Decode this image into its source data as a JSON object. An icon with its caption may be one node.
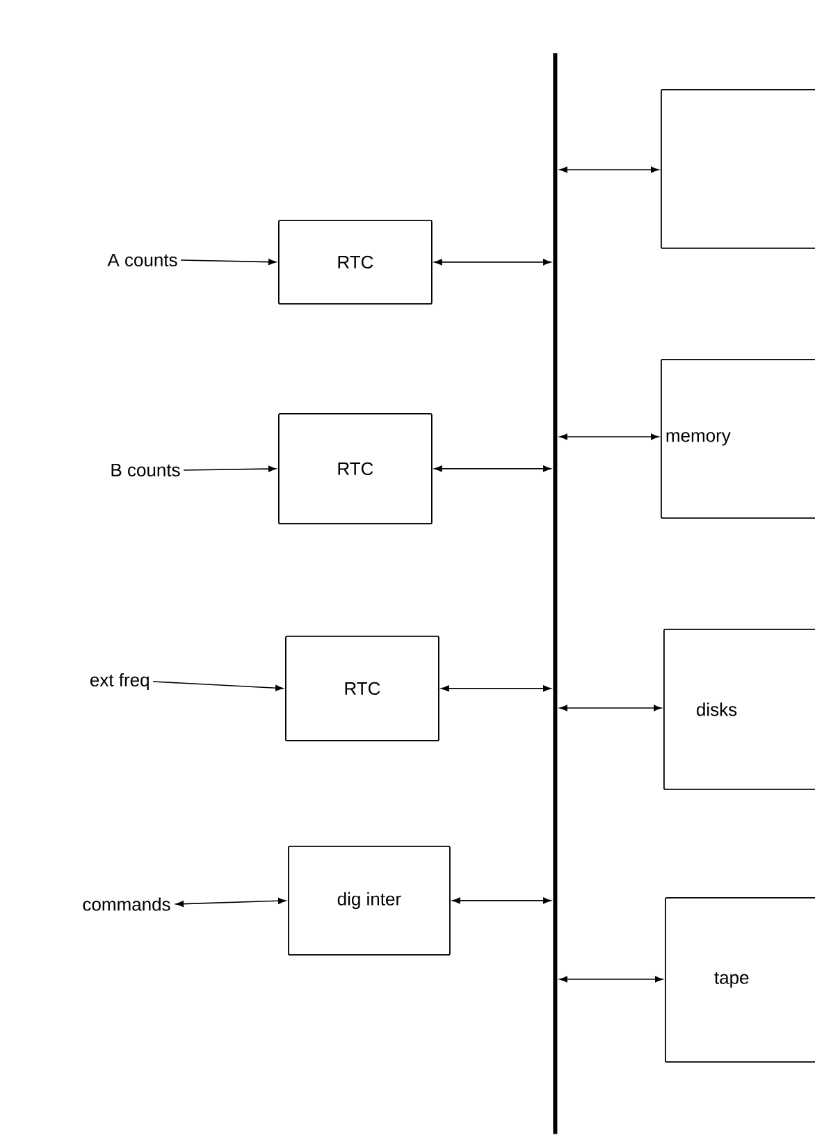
{
  "diagram": {
    "nodes": [
      {
        "text": [
          "A counts"
        ]
      },
      {
        "text": [
          "RTC"
        ]
      },
      {
        "text": [
          "B counts"
        ]
      },
      {
        "text": [
          "RTC"
        ]
      },
      {
        "text": [
          "ext freq"
        ]
      },
      {
        "text": [
          "RTC"
        ]
      },
      {
        "text": [
          "commands"
        ]
      },
      {
        "text": [
          "dig inter"
        ]
      },
      {
        "text": [],
        "shape": "bar"
      },
      {
        "text": [],
        "shape": "box"
      },
      {
        "text": [
          "memory"
        ]
      },
      {
        "text": [
          "disks"
        ]
      },
      {
        "text": [
          "tape"
        ]
      }
    ],
    "edges": [
      {
        "from": 0,
        "to": 1,
        "arrow": "to"
      },
      {
        "from": 1,
        "to": 8,
        "arrow": "both"
      },
      {
        "from": 2,
        "to": 3,
        "arrow": "to"
      },
      {
        "from": 3,
        "to": 8,
        "arrow": "both"
      },
      {
        "from": 4,
        "to": 5,
        "arrow": "to"
      },
      {
        "from": 5,
        "to": 8,
        "arrow": "both"
      },
      {
        "from": 6,
        "to": 7,
        "arrow": "both"
      },
      {
        "from": 7,
        "to": 8,
        "arrow": "both"
      },
      {
        "from": 8,
        "to": 9,
        "arrow": "both"
      },
      {
        "from": 8,
        "to": 10,
        "arrow": "both"
      },
      {
        "from": 8,
        "to": 11,
        "arrow": "both"
      },
      {
        "from": 8,
        "to": 12,
        "arrow": "both"
      }
    ]
  }
}
